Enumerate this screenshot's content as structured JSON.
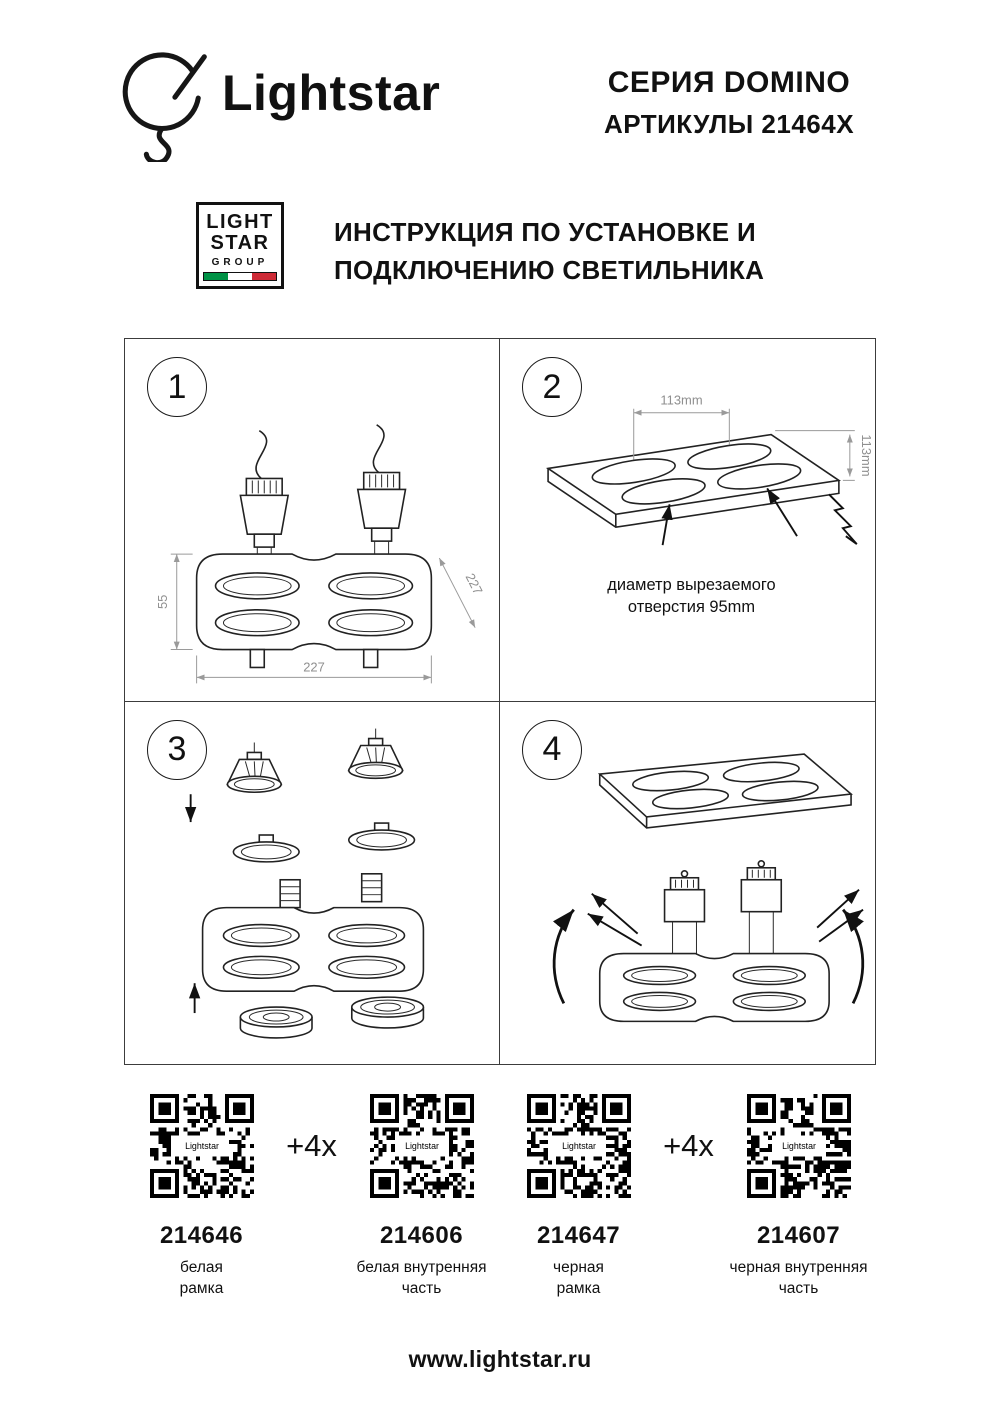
{
  "header": {
    "brand": "Lightstar",
    "series": "СЕРИЯ DOMINO",
    "articles": "АРТИКУЛЫ 21464X"
  },
  "group_logo": {
    "line1": "LIGHT",
    "line2": "STAR",
    "line3": "GROUP"
  },
  "instruction_title": {
    "line1": "ИНСТРУКЦИЯ ПО УСТАНОВКЕ И",
    "line2": "ПОДКЛЮЧЕНИЮ СВЕТИЛЬНИКА"
  },
  "steps": [
    {
      "number": "1",
      "dim_height": "55",
      "dim_width": "227",
      "dim_depth": "227"
    },
    {
      "number": "2",
      "dim_top": "113mm",
      "dim_side": "113mm",
      "note_line1": "диаметр вырезаемого",
      "note_line2": "отверстия 95mm"
    },
    {
      "number": "3"
    },
    {
      "number": "4"
    }
  ],
  "multiplier": "+4x",
  "qr_center_label": "Lightstar",
  "products": [
    {
      "code": "214646",
      "label_line1": "белая",
      "label_line2": "рамка"
    },
    {
      "code": "214606",
      "label_line1": "белая внутренняя",
      "label_line2": "часть"
    },
    {
      "code": "214647",
      "label_line1": "черная",
      "label_line2": "рамка"
    },
    {
      "code": "214607",
      "label_line1": "черная внутренняя",
      "label_line2": "часть"
    }
  ],
  "footer": {
    "url": "www.lightstar.ru"
  },
  "colors": {
    "ink": "#111111",
    "dim_lines": "#9a9a9a",
    "flag_green": "#009246",
    "flag_red": "#ce2b37"
  }
}
